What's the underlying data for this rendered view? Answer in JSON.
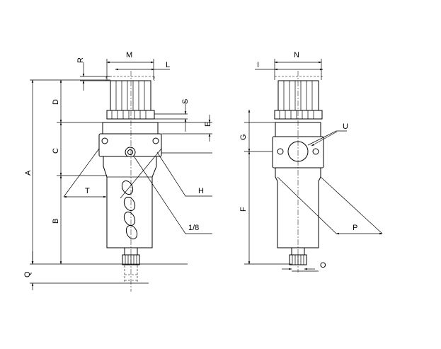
{
  "diagram": {
    "dimension_labels": {
      "A": "A",
      "B": "B",
      "C": "C",
      "D": "D",
      "E": "E",
      "F": "F",
      "G": "G",
      "H": "H",
      "I": "I",
      "L": "L",
      "M": "M",
      "N": "N",
      "O": "O",
      "P": "P",
      "Q": "Q",
      "R": "R",
      "S": "S",
      "T": "T",
      "U": "U",
      "port": "1/8"
    }
  }
}
